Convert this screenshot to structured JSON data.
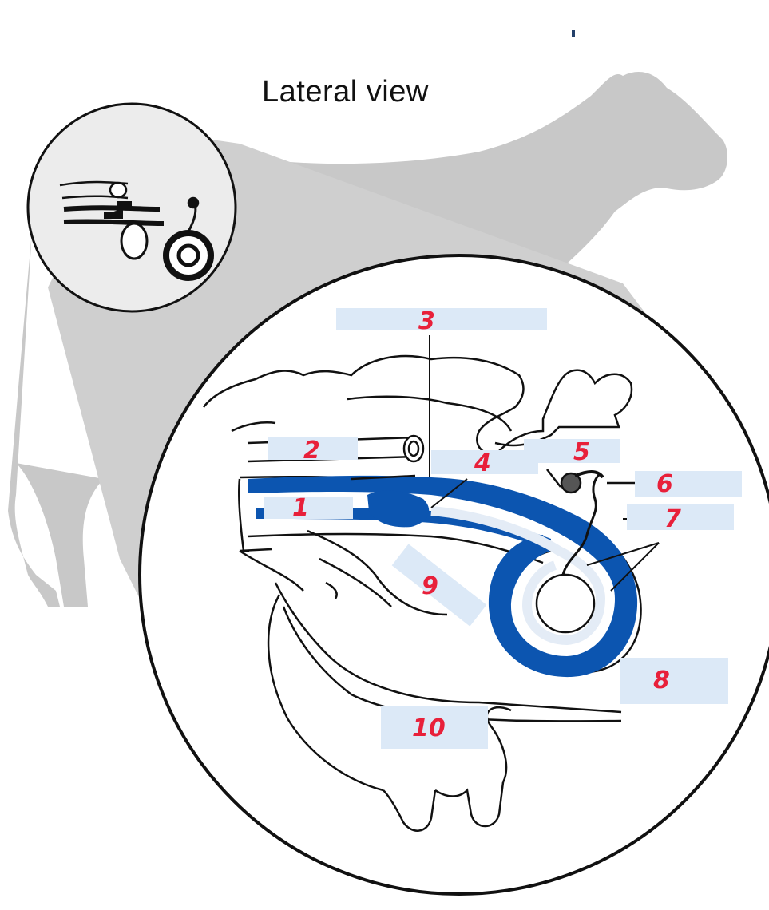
{
  "title": "Lateral view",
  "colors": {
    "silhouette": "#c8c8c8",
    "tract_blue": "#0c55b0",
    "tract_light": "#e4ecf6",
    "label_box": "#dce9f7",
    "label_text": "#e8203a",
    "outline": "#1a1a1a"
  },
  "labels": [
    {
      "id": "1",
      "text": "1"
    },
    {
      "id": "2",
      "text": "2"
    },
    {
      "id": "3",
      "text": "3"
    },
    {
      "id": "4",
      "text": "4"
    },
    {
      "id": "5",
      "text": "5"
    },
    {
      "id": "6",
      "text": "6"
    },
    {
      "id": "7",
      "text": "7"
    },
    {
      "id": "8",
      "text": "8"
    },
    {
      "id": "9",
      "text": "9"
    },
    {
      "id": "10",
      "text": "10"
    }
  ]
}
